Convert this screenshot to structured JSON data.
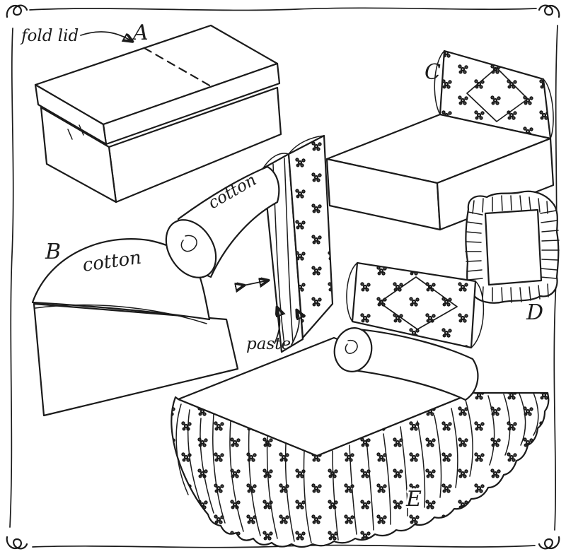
{
  "illustration": {
    "subject": "hand-drawn craft instructions for making a doll bed from a cardboard box",
    "steps_shown": [
      "A",
      "B",
      "C",
      "D",
      "E"
    ]
  },
  "labels": {
    "step_a": "A",
    "step_b": "B",
    "step_c": "C",
    "step_d": "D",
    "step_e": "E",
    "fold_lid": "fold lid",
    "cotton_pad": "cotton",
    "cotton_roll": "cotton",
    "paste": "paste"
  },
  "colors": {
    "ink": "#1b1b1b",
    "paper": "#ffffff"
  }
}
